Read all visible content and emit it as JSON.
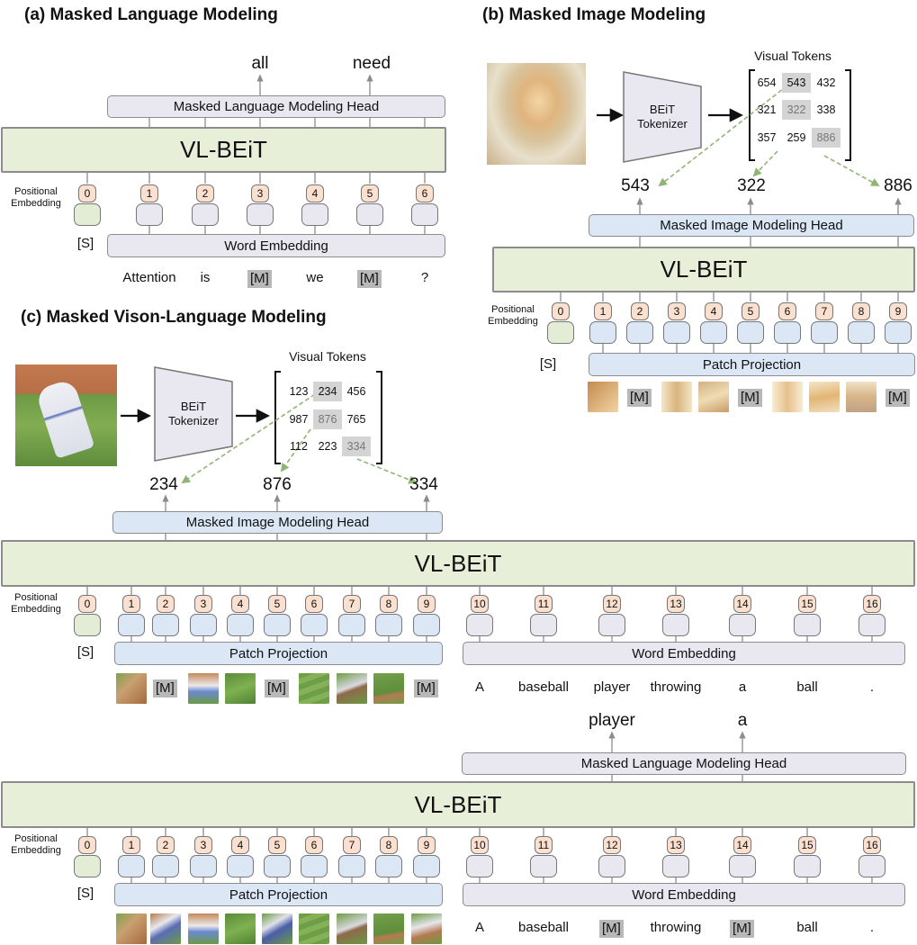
{
  "panels": {
    "a": {
      "title": "(a) Masked Language Modeling",
      "outputs": [
        "all",
        "need"
      ],
      "head_label": "Masked Language Modeling Head",
      "backbone_label": "VL-BEiT",
      "positional_label": "Positional\nEmbedding",
      "positions": [
        "0",
        "1",
        "2",
        "3",
        "4",
        "5",
        "6"
      ],
      "cls_label": "[S]",
      "embedding_label": "Word Embedding",
      "words": [
        "Attention",
        "is",
        "[M]",
        "we",
        "[M]",
        "?"
      ]
    },
    "b": {
      "title": "(b) Masked Image Modeling",
      "visual_tokens_label": "Visual Tokens",
      "tokenizer_label": "BEiT\nTokenizer",
      "token_grid": [
        [
          "654",
          "543",
          "432"
        ],
        [
          "321",
          "322",
          "338"
        ],
        [
          "357",
          "259",
          "886"
        ]
      ],
      "outputs": [
        "543",
        "322",
        "886"
      ],
      "head_label": "Masked Image Modeling Head",
      "backbone_label": "VL-BEiT",
      "positional_label": "Positional\nEmbedding",
      "positions": [
        "0",
        "1",
        "2",
        "3",
        "4",
        "5",
        "6",
        "7",
        "8",
        "9"
      ],
      "cls_label": "[S]",
      "embedding_label": "Patch Projection",
      "mask_labels": [
        "[M]",
        "[M]",
        "[M]"
      ]
    },
    "c": {
      "title": "(c) Masked Vison-Language Modeling",
      "visual_tokens_label": "Visual Tokens",
      "tokenizer_label": "BEiT\nTokenizer",
      "token_grid": [
        [
          "123",
          "234",
          "456"
        ],
        [
          "987",
          "876",
          "765"
        ],
        [
          "112",
          "223",
          "334"
        ]
      ],
      "image_outputs": [
        "234",
        "876",
        "334"
      ],
      "image_head_label": "Masked Image Modeling Head",
      "backbone_label": "VL-BEiT",
      "positional_label": "Positional\nEmbedding",
      "positions": [
        "0",
        "1",
        "2",
        "3",
        "4",
        "5",
        "6",
        "7",
        "8",
        "9",
        "10",
        "11",
        "12",
        "13",
        "14",
        "15",
        "16"
      ],
      "cls_label": "[S]",
      "patch_label": "Patch Projection",
      "word_label": "Word Embedding",
      "patch_masks": [
        "[M]",
        "[M]",
        "[M]"
      ],
      "words": [
        "A",
        "baseball",
        "player",
        "throwing",
        "a",
        "ball",
        "."
      ],
      "text_outputs": [
        "player",
        "a"
      ],
      "text_head_label": "Masked Language Modeling Head",
      "backbone2_label": "VL-BEiT",
      "positional2_label": "Positional\nEmbedding",
      "cls2_label": "[S]",
      "patch2_label": "Patch Projection",
      "word2_label": "Word Embedding",
      "words2": [
        "A",
        "baseball",
        "[M]",
        "throwing",
        "[M]",
        "ball",
        "."
      ]
    }
  },
  "colors": {
    "backbone": "#e7efd9",
    "image_branch": "#dbe7f5",
    "text_branch": "#e9e7f0",
    "position_token": "#fbe0cf",
    "cls_token": "#e3ecd5",
    "mask_highlight": "#b8b8b8",
    "dashed_arrow": "#8fb573"
  },
  "icons": [
    "up-arrow-icon",
    "right-arrow-icon",
    "dashed-arrow-icon",
    "tokenizer-trapezoid-icon"
  ]
}
